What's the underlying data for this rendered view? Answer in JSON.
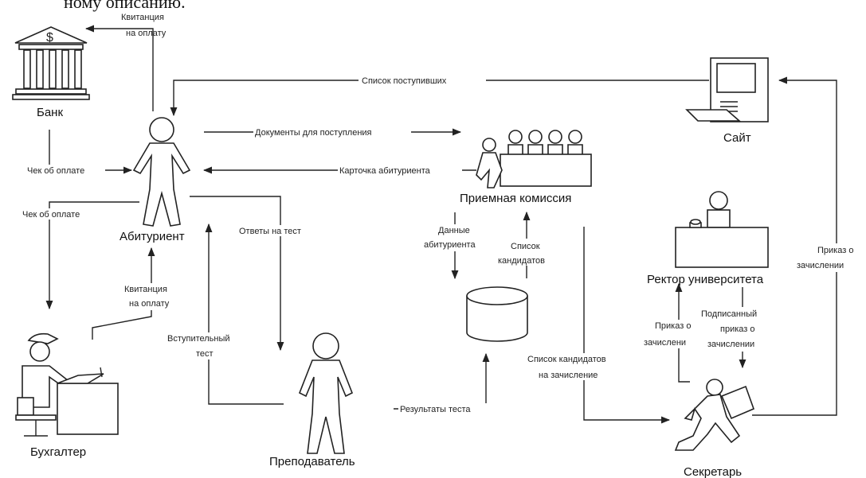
{
  "header_text": "ному описанию.",
  "actors": {
    "bank": "Банк",
    "applicant": "Абитуриент",
    "accountant": "Бухгалтер",
    "teacher": "Преподаватель",
    "committee": "Приемная комиссия",
    "site": "Сайт",
    "rector": "Ректор университета",
    "secretary": "Секретарь"
  },
  "flows": {
    "receipt_payment_top": [
      "Квитанция",
      "на оплату"
    ],
    "applicants_list": "Список поступивших",
    "documents": "Документы для поступления",
    "applicant_card": "Карточка абитуриента",
    "check_payment_1": "Чек об оплате",
    "check_payment_2": "Чек об оплате",
    "receipt_payment_mid": [
      "Квитанция",
      "на оплату"
    ],
    "test_answers": "Ответы на тест",
    "entrance_test": [
      "Вступительный",
      "тест"
    ],
    "applicant_data": [
      "Данные",
      "абитуриента"
    ],
    "candidates_list": [
      "Список",
      "кандидатов"
    ],
    "candidates_for_enrollment": [
      "Список кандидатов",
      "на зачисление"
    ],
    "test_results": "Результаты теста",
    "order_enrollment_right": [
      "Приказ о",
      "зачислении"
    ],
    "order_enrollment_left": [
      "Приказ о",
      "зачислени"
    ],
    "signed_order": [
      "Подписанный",
      "приказ о",
      "зачислении"
    ]
  }
}
